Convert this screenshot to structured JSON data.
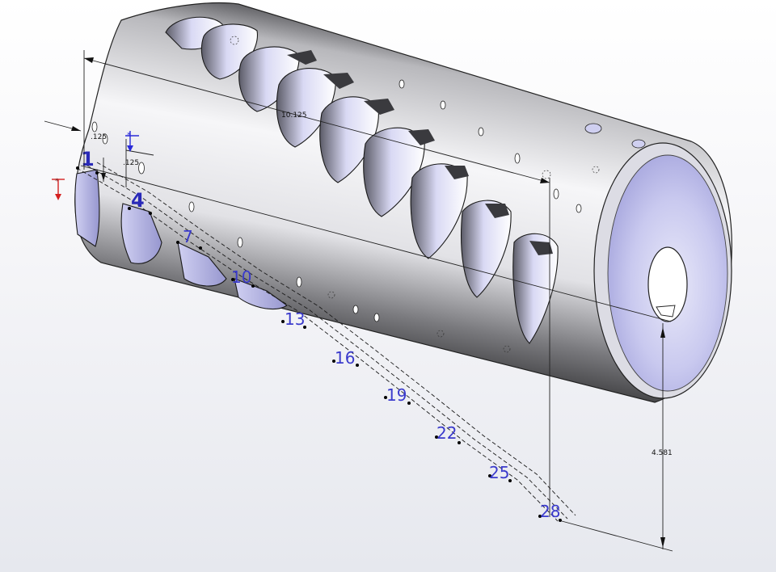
{
  "dimensions": {
    "overall_length": "10.125",
    "offset_top": ".125",
    "offset_side": ".125",
    "vertical_height": "4.581"
  },
  "point_labels": [
    "1",
    "4",
    "7",
    "10",
    "13",
    "16",
    "19",
    "22",
    "25",
    "28"
  ],
  "colors": {
    "body_light": "#f4f4f6",
    "body_dark": "#2e2e2e",
    "face": "#c3c3ec",
    "label": "#3a3acc"
  },
  "icons": [
    "triad-red-icon",
    "triad-blue-icon"
  ]
}
